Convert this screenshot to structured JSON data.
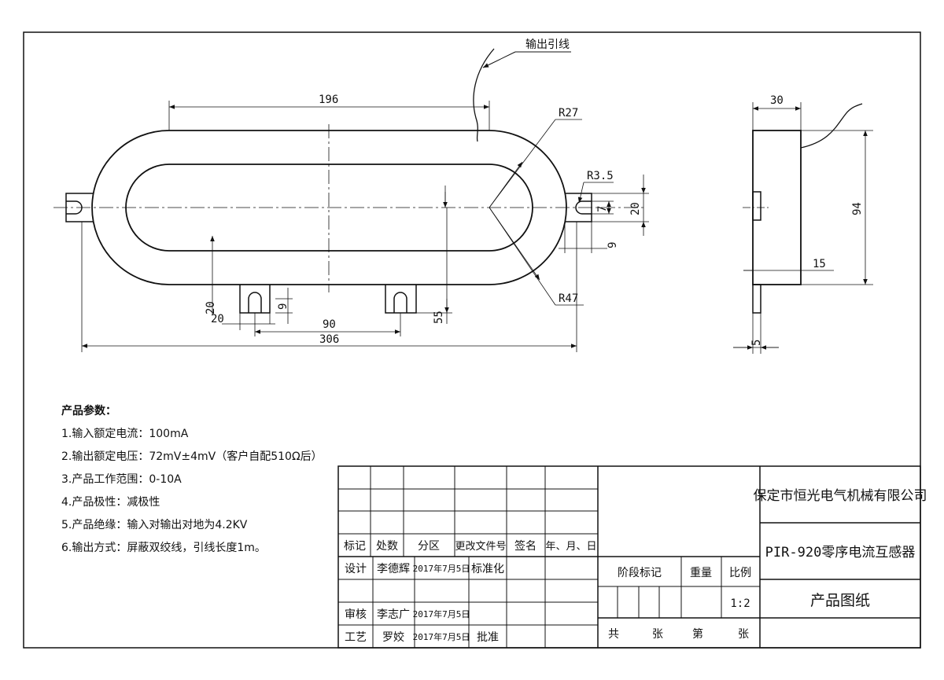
{
  "dimensions": {
    "lead_label": "输出引线",
    "d196": "196",
    "r27": "R27",
    "r3_5": "R3.5",
    "d7": "7",
    "d20_right": "20",
    "d9_right": "9",
    "r47": "R47",
    "d20_a": "20",
    "d20_b": "20",
    "d9_bottom": "9",
    "d90": "90",
    "d55": "55",
    "d306": "306",
    "d30": "30",
    "d94": "94",
    "d15": "15",
    "d5": "5"
  },
  "parameters": {
    "title": "产品参数：",
    "items": [
      "1.输入额定电流：100mA",
      "2.输出额定电压：72mV±4mV（客户自配510Ω后）",
      "3.产品工作范围：0-10A",
      "4.产品极性：减极性",
      "5.产品绝缘：输入对输出对地为4.2KV",
      "6.输出方式：屏蔽双绞线，引线长度1m。"
    ]
  },
  "title_block": {
    "headers": [
      "标记",
      "处数",
      "分区",
      "更改文件号",
      "签名",
      "年、月、日"
    ],
    "design_label": "设计",
    "designer": "李德辉",
    "design_date": "2017年7月5日",
    "standardize_label": "标准化",
    "review_label": "审核",
    "reviewer": "李志广",
    "review_date": "2017年7月5日",
    "process_label": "工艺",
    "process_person": "罗姣",
    "process_date": "2017年7月5日",
    "approve_label": "批准",
    "stage_mark_label": "阶段标记",
    "weight_label": "重量",
    "scale_label": "比例",
    "scale_value": "1:2",
    "sheets_total_label": "共",
    "sheets_label_1": "张",
    "sheet_no_label": "第",
    "sheets_label_2": "张",
    "company": "保定市恒光电气机械有限公司",
    "product_name": "PIR-920零序电流互感器",
    "drawing_type": "产品图纸"
  }
}
